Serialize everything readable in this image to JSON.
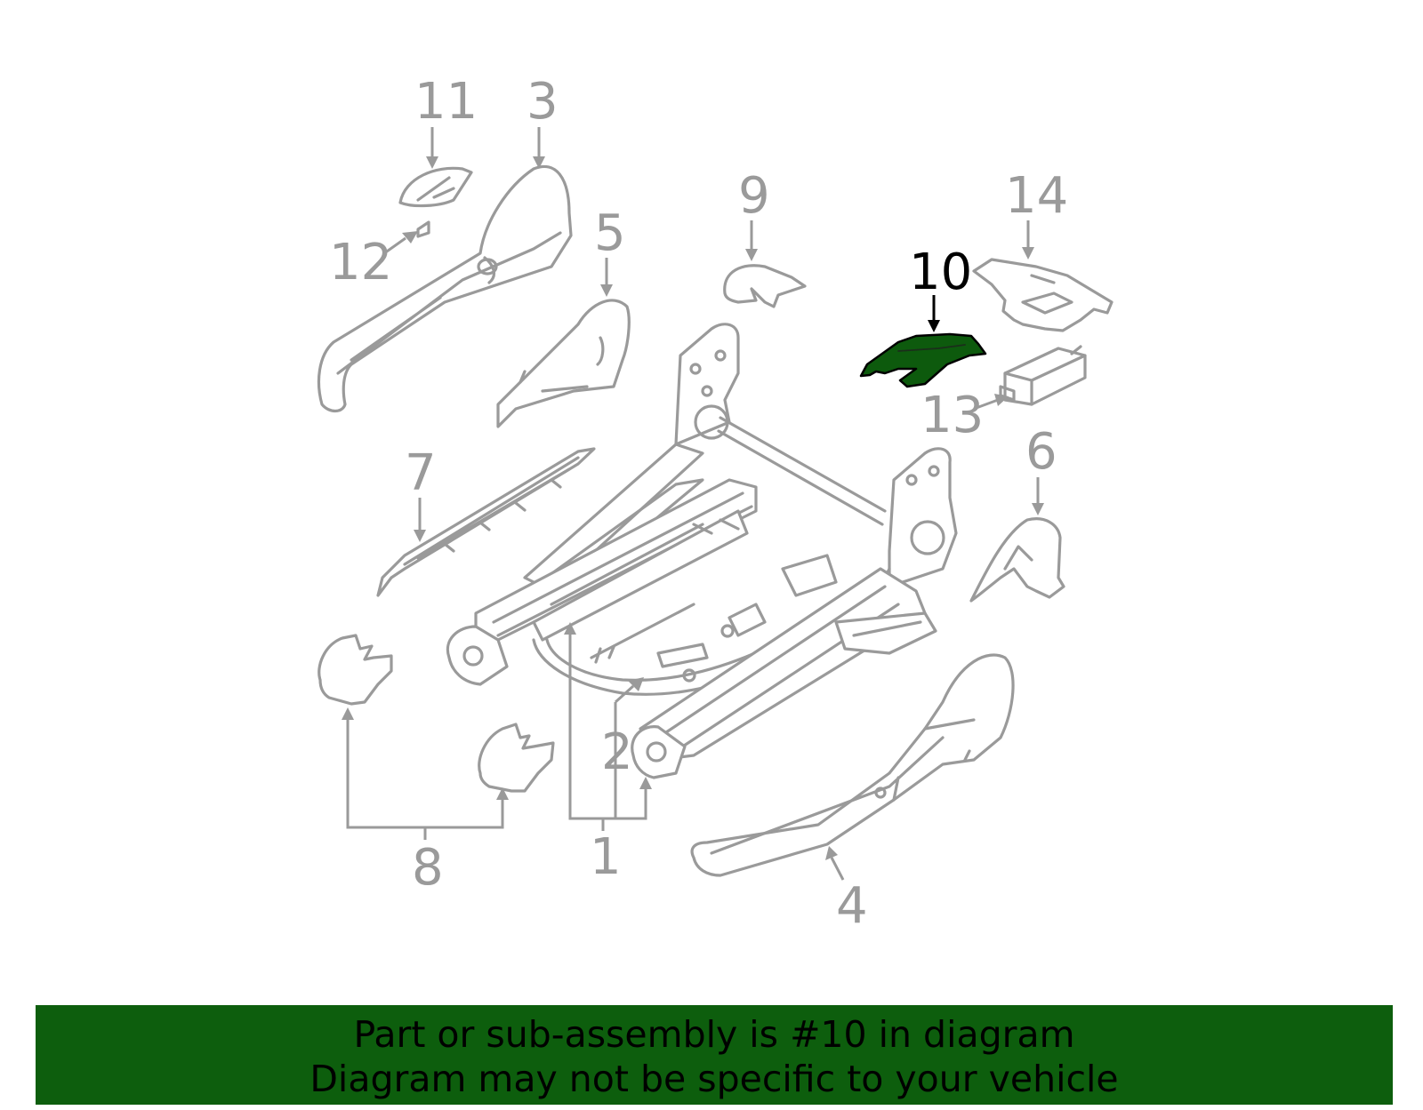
{
  "callouts": {
    "c1": "1",
    "c2": "2",
    "c3": "3",
    "c4": "4",
    "c5": "5",
    "c6": "6",
    "c7": "7",
    "c8": "8",
    "c9": "9",
    "c10": "10",
    "c11": "11",
    "c12": "12",
    "c13": "13",
    "c14": "14"
  },
  "highlighted_part": "10",
  "colors": {
    "part_stroke": "#9a9a9a",
    "highlight_fill": "#0d5a0d",
    "banner_bg": "#0d5e0d"
  },
  "banner": {
    "line1": "Part or sub-assembly is #10 in diagram",
    "line2": "Diagram may not be specific to your vehicle"
  }
}
